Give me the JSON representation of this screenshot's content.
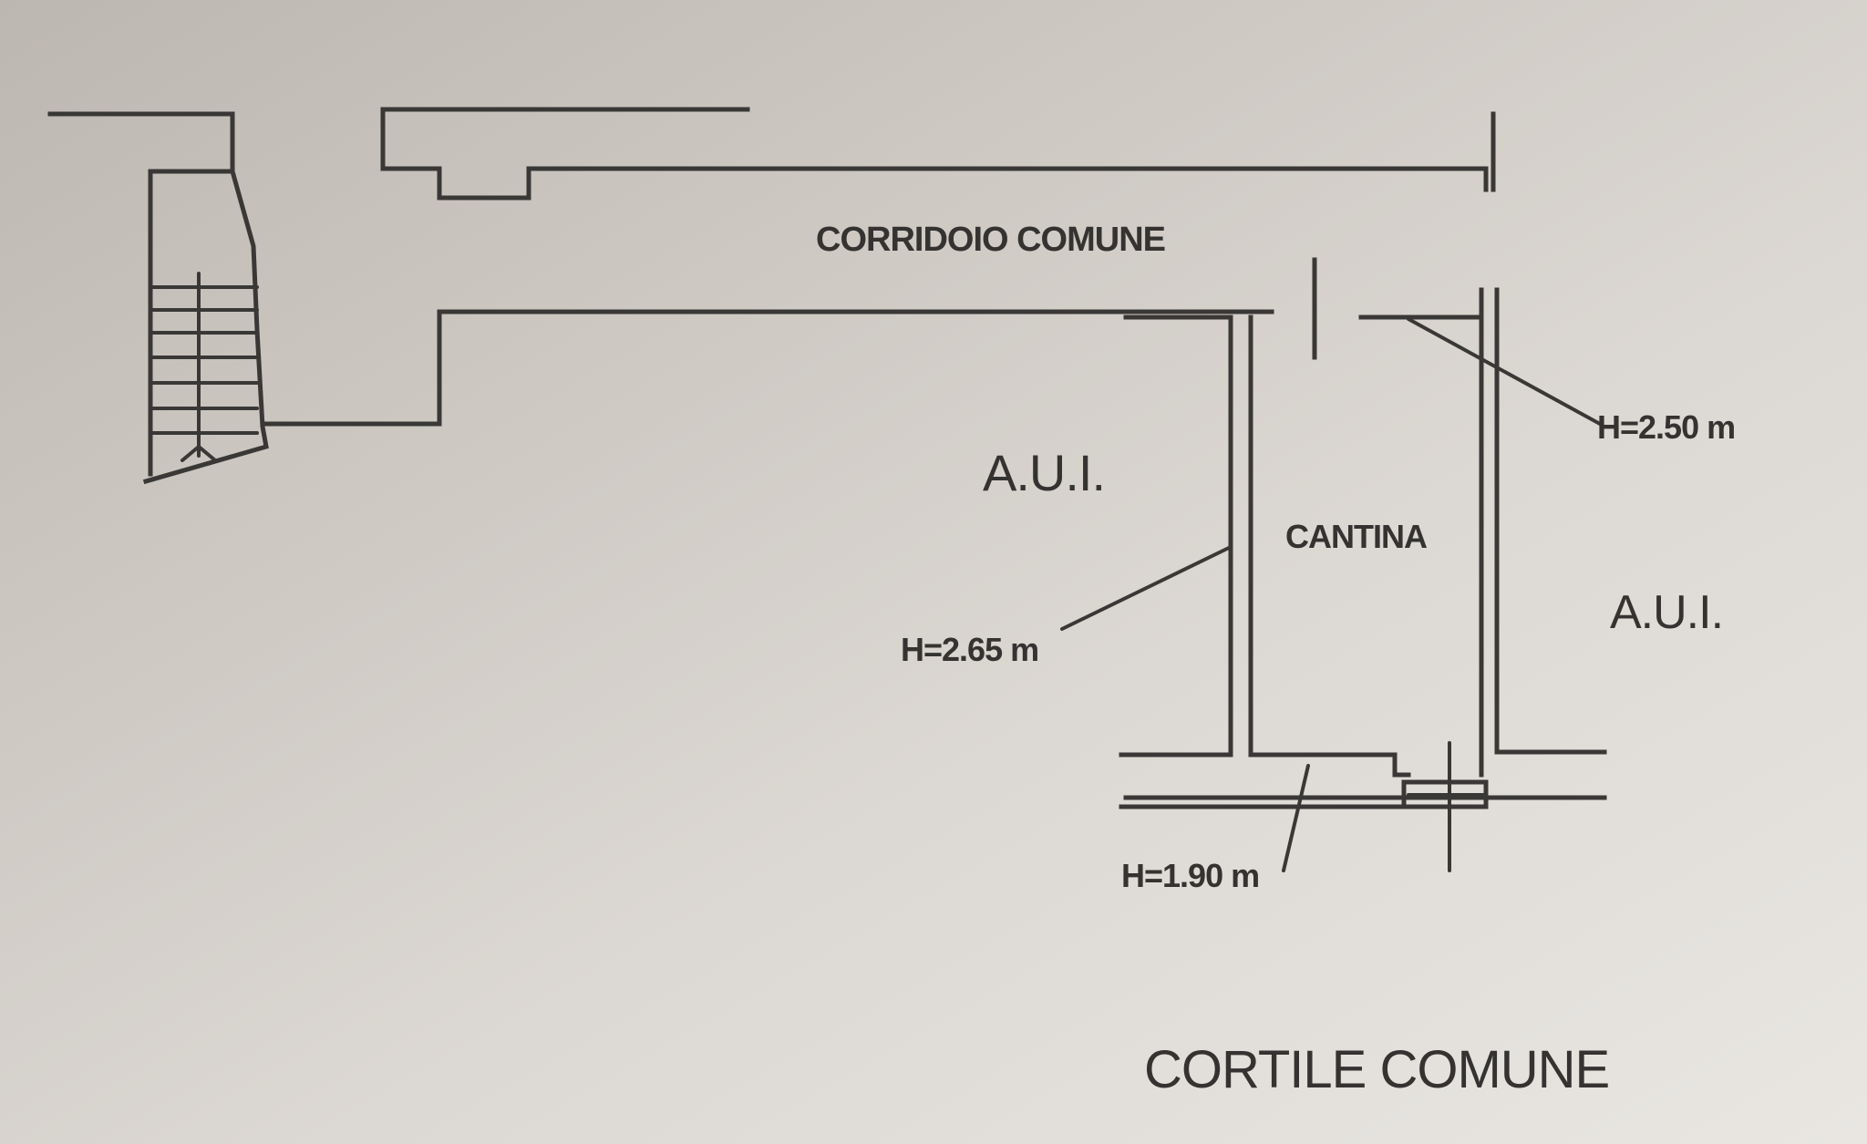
{
  "labels": {
    "corridor": "CORRIDOIO COMUNE",
    "aui_left": "A.U.I.",
    "cantina": "CANTINA",
    "aui_right": "A.U.I.",
    "height_top": "H=2.50 m",
    "height_left": "H=2.65 m",
    "height_bottom": "H=1.90 m",
    "courtyard": "CORTILE COMUNE"
  },
  "colors": {
    "line": "#3a3836",
    "text": "#353331"
  }
}
